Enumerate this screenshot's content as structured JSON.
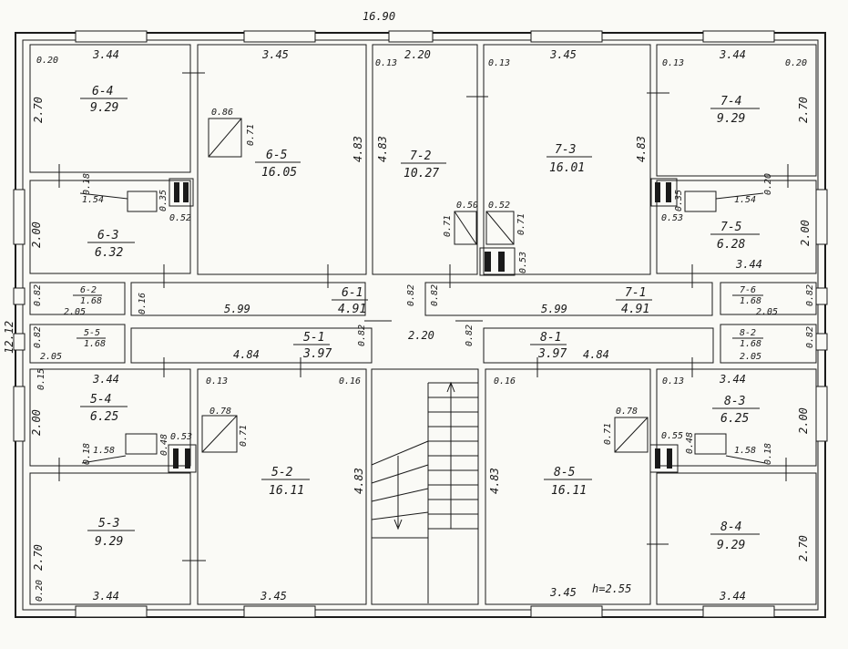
{
  "overall": {
    "width": "16.90",
    "height": "12.12",
    "ceiling": "h=2.55"
  },
  "rooms": [
    {
      "id": "6-4",
      "area": "9.29"
    },
    {
      "id": "6-5",
      "area": "16.05"
    },
    {
      "id": "7-2",
      "area": "10.27"
    },
    {
      "id": "7-3",
      "area": "16.01"
    },
    {
      "id": "7-4",
      "area": "9.29"
    },
    {
      "id": "6-3",
      "area": "6.32"
    },
    {
      "id": "7-5",
      "area": "6.28"
    },
    {
      "id": "6-2",
      "area": "1.68"
    },
    {
      "id": "6-1",
      "area": "4.91"
    },
    {
      "id": "7-1",
      "area": "4.91"
    },
    {
      "id": "7-6",
      "area": "1.68"
    },
    {
      "id": "5-5",
      "area": "1.68"
    },
    {
      "id": "5-1",
      "area": "3.97"
    },
    {
      "id": "8-1",
      "area": "3.97"
    },
    {
      "id": "8-2",
      "area": "1.68"
    },
    {
      "id": "5-4",
      "area": "6.25"
    },
    {
      "id": "5-2",
      "area": "16.11"
    },
    {
      "id": "8-5",
      "area": "16.11"
    },
    {
      "id": "8-3",
      "area": "6.25"
    },
    {
      "id": "5-3",
      "area": "9.29"
    },
    {
      "id": "8-4",
      "area": "9.29"
    }
  ],
  "dimensions": {
    "d344a": "3.44",
    "d345a": "3.45",
    "d220a": "2.20",
    "d345b": "3.45",
    "d344b": "3.44",
    "d020a": "0.20",
    "d013a": "0.13",
    "d013b": "0.13",
    "d013c": "0.13",
    "d020b": "0.20",
    "d270a": "2.70",
    "d270b": "2.70",
    "d483a": "4.83",
    "d483b": "4.83",
    "d483c": "4.83",
    "d086": "0.86",
    "d071a": "0.71",
    "d050": "0.50",
    "d071b": "0.71",
    "d052a": "0.52",
    "d071c": "0.71",
    "d053a": "0.53",
    "d154a": "1.54",
    "d035a": "0.35",
    "d052b": "0.52",
    "d018a": "0.18",
    "d154b": "1.54",
    "d035b": "0.35",
    "d053b": "0.53",
    "d020c": "0.20",
    "d200a": "2.00",
    "d200b": "2.00",
    "d344c": "3.44",
    "d082a": "0.82",
    "d205a": "2.05",
    "d016a": "0.16",
    "d599a": "5.99",
    "d082b": "0.82",
    "d082c": "0.82",
    "d599b": "5.99",
    "d205b": "2.05",
    "d082d": "0.82",
    "d082e": "0.82",
    "d205c": "2.05",
    "d484a": "4.84",
    "d082f": "0.82",
    "d220b": "2.20",
    "d082g": "0.82",
    "d484b": "4.84",
    "d205d": "2.05",
    "d082h": "0.82",
    "d344d": "3.44",
    "d015": "0.15",
    "d013d": "0.13",
    "d016b": "0.16",
    "d016c": "0.16",
    "d013e": "0.13",
    "d344e": "3.44",
    "d200c": "2.00",
    "d200d": "2.00",
    "d078a": "0.78",
    "d071d": "0.71",
    "d078b": "0.78",
    "d071e": "0.71",
    "d018b": "0.18",
    "d158a": "1.58",
    "d048a": "0.48",
    "d053c": "0.53",
    "d055": "0.55",
    "d048b": "0.48",
    "d158b": "1.58",
    "d018c": "0.18",
    "d483d": "4.83",
    "d483e": "4.83",
    "d270c": "2.70",
    "d270d": "2.70",
    "d020d": "0.20",
    "d344f": "3.44",
    "d345c": "3.45",
    "d345d": "3.45",
    "d344g": "3.44"
  }
}
